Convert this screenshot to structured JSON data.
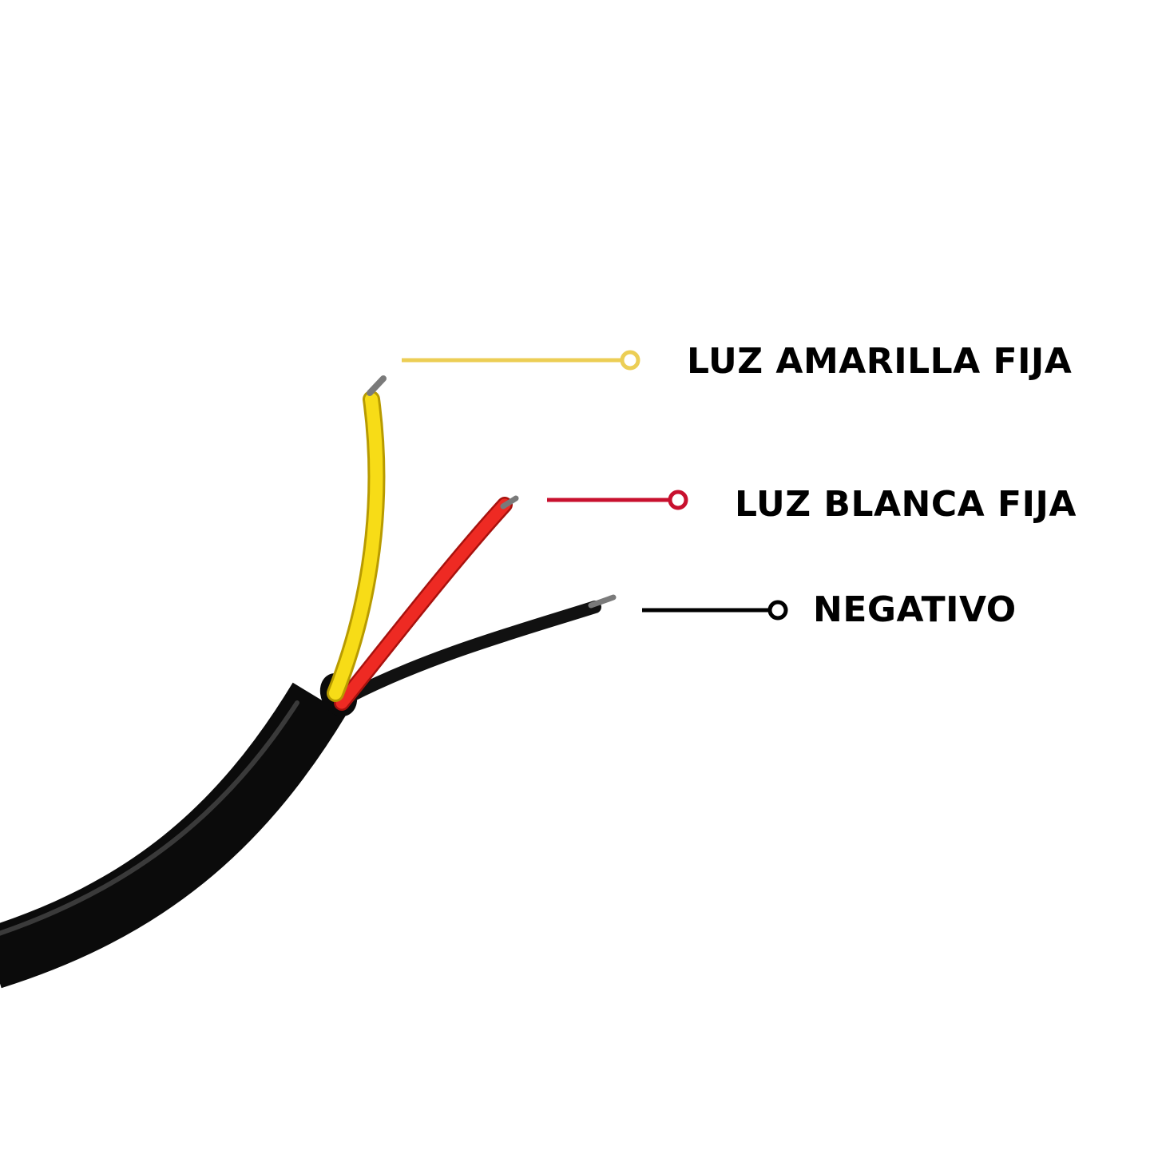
{
  "colors": {
    "background": "#ffffff",
    "jacket": "#0b0b0b",
    "jacket_highlight": "#3a3a3a",
    "wire_yellow": "#f7dc17",
    "wire_yellow_edge": "#b89b00",
    "wire_red": "#ee2a23",
    "wire_red_edge": "#a8120e",
    "wire_black": "#111111",
    "copper_tip": "#7a7a7a",
    "leader_yellow": "#ecce55",
    "leader_red": "#c8102e",
    "leader_black": "#000000",
    "label_text": "#000000"
  },
  "legend": {
    "items": [
      {
        "label": "LUZ AMARILLA FIJA",
        "wire": "yellow"
      },
      {
        "label": "LUZ BLANCA FIJA",
        "wire": "red"
      },
      {
        "label": "NEGATIVO",
        "wire": "black"
      }
    ]
  }
}
